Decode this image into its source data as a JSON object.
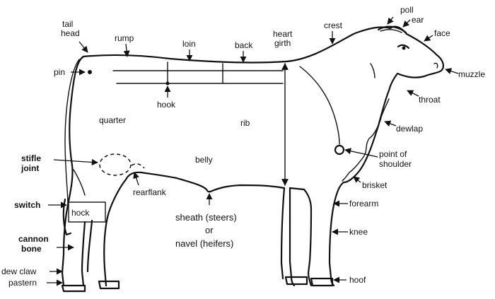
{
  "labels": {
    "tail_head_1": "tail",
    "tail_head_2": "head",
    "rump": "rump",
    "loin": "loin",
    "back": "back",
    "heart_girth_1": "heart",
    "heart_girth_2": "girth",
    "crest": "crest",
    "poll": "poll",
    "ear": "ear",
    "face": "face",
    "muzzle": "muzzle",
    "throat": "throat",
    "dewlap": "dewlap",
    "point_of_shoulder_1": "point of",
    "point_of_shoulder_2": "shoulder",
    "brisket": "brisket",
    "forearm": "forearm",
    "knee": "knee",
    "hoof": "hoof",
    "pin": "pin",
    "hook": "hook",
    "quarter": "quarter",
    "rib": "rib",
    "belly": "belly",
    "stifle_joint_1": "stifle",
    "stifle_joint_2": "joint",
    "rearflank": "rearflank",
    "switch": "switch",
    "hock": "hock",
    "cannon_bone_1": "cannon",
    "cannon_bone_2": "bone",
    "dew_claw": "dew claw",
    "pastern": "pastern",
    "sheath_1": "sheath (steers)",
    "sheath_2": "or",
    "sheath_3": "navel (heifers)"
  }
}
